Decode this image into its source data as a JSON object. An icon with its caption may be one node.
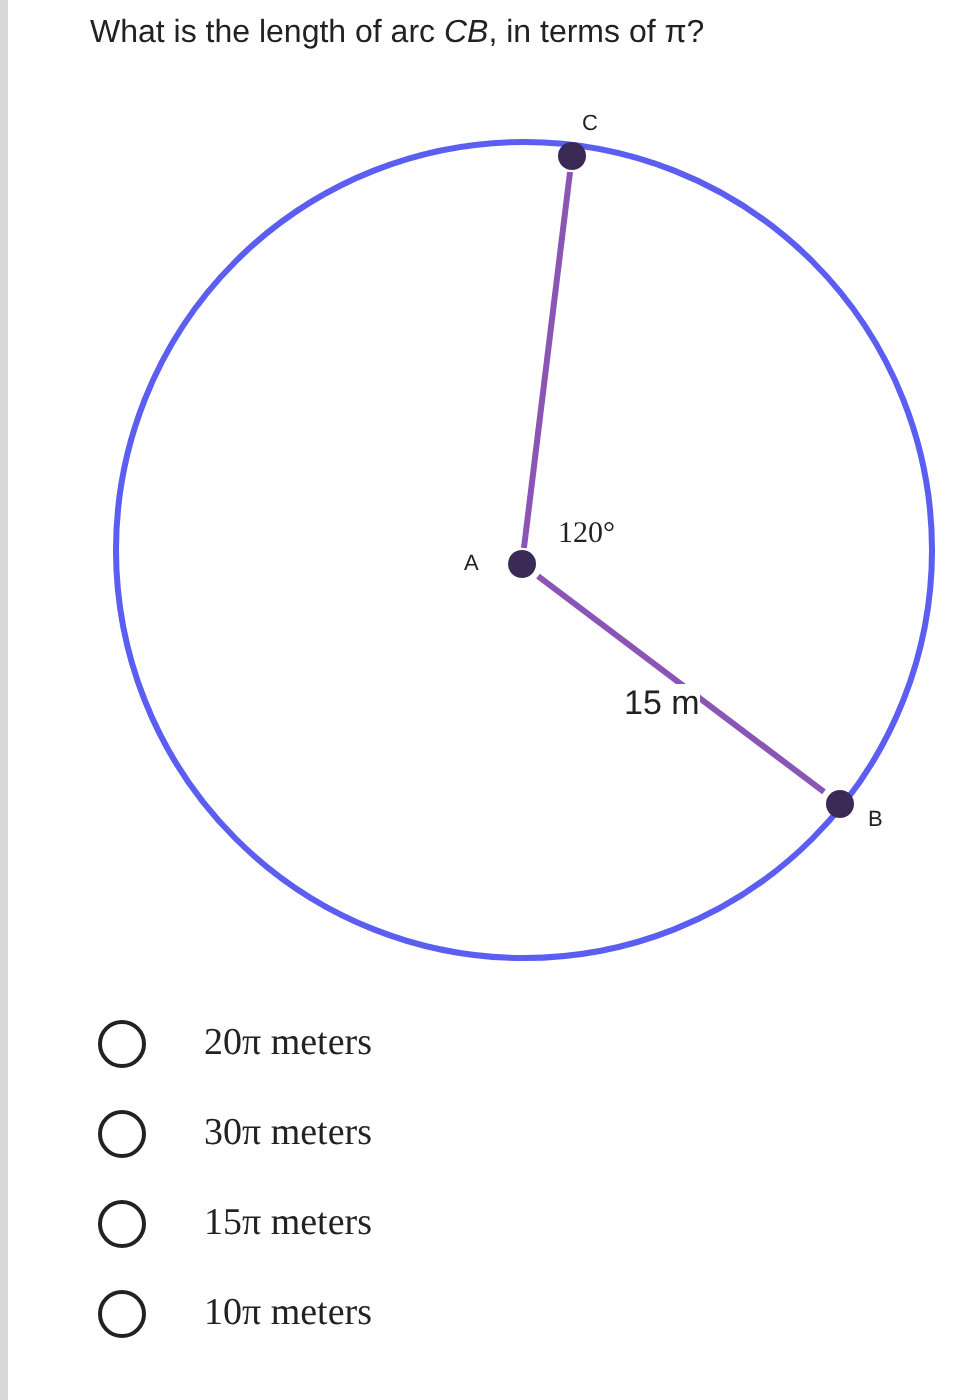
{
  "diagram": {
    "title": "What is the length of arc *CB*, in terms of π?",
    "nodes": [
      {
        "text": [
          "C"
        ]
      },
      {
        "text": [
          "A"
        ]
      },
      {
        "text": [
          "B"
        ]
      }
    ],
    "edges": [
      {
        "from": 1,
        "to": 0,
        "arrow": "none"
      },
      {
        "from": 1,
        "to": 2,
        "arrow": "none",
        "label": "15 m"
      }
    ],
    "labels": [
      "120°",
      "20π meters",
      "30π meters",
      "15π meters",
      "10π meters"
    ]
  }
}
